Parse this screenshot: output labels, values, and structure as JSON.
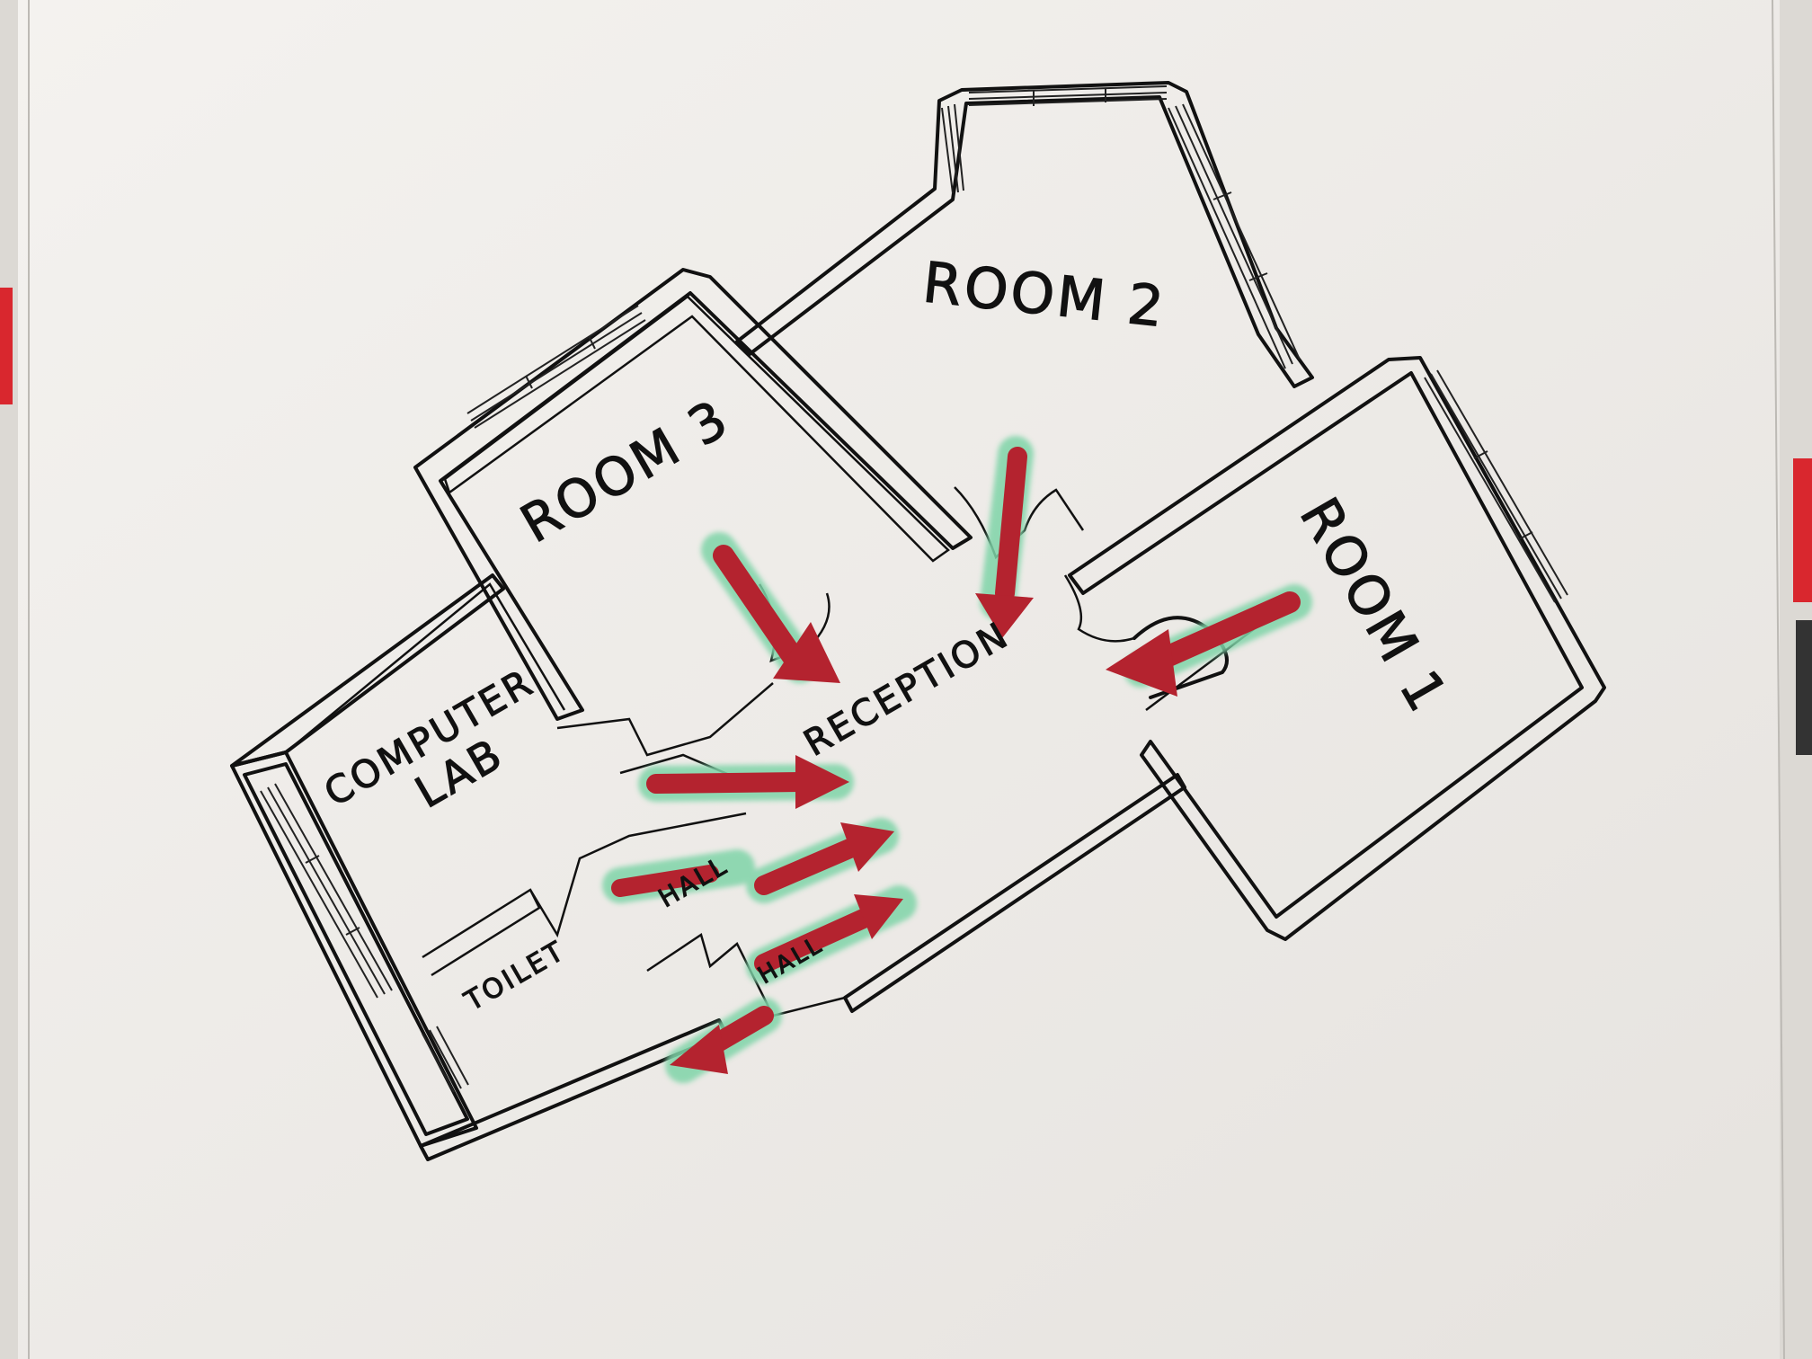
{
  "labels": {
    "room1": "ROOM 1",
    "room2": "ROOM 2",
    "room3": "ROOM 3",
    "computer_lab_line1": "COMPUTER",
    "computer_lab_line2": "LAB",
    "reception": "RECEPTION",
    "hall_upper": "HALL",
    "hall_lower": "HALL",
    "toilet": "TOILET"
  },
  "colors": {
    "paper": "#f1efeb",
    "ink": "#111111",
    "arrow_fill": "#b4232f",
    "arrow_halo": "#7fd4a8"
  },
  "arrows": [
    {
      "id": "arrow-from-room3",
      "direction": "down-right"
    },
    {
      "id": "arrow-from-room2",
      "direction": "down"
    },
    {
      "id": "arrow-into-room1",
      "direction": "left"
    },
    {
      "id": "arrow-reception-1",
      "direction": "right"
    },
    {
      "id": "arrow-hall-1",
      "direction": "up-right"
    },
    {
      "id": "arrow-hall-2",
      "direction": "up-right"
    },
    {
      "id": "arrow-hall-3",
      "direction": "up-right"
    },
    {
      "id": "arrow-exit",
      "direction": "down-left"
    }
  ]
}
